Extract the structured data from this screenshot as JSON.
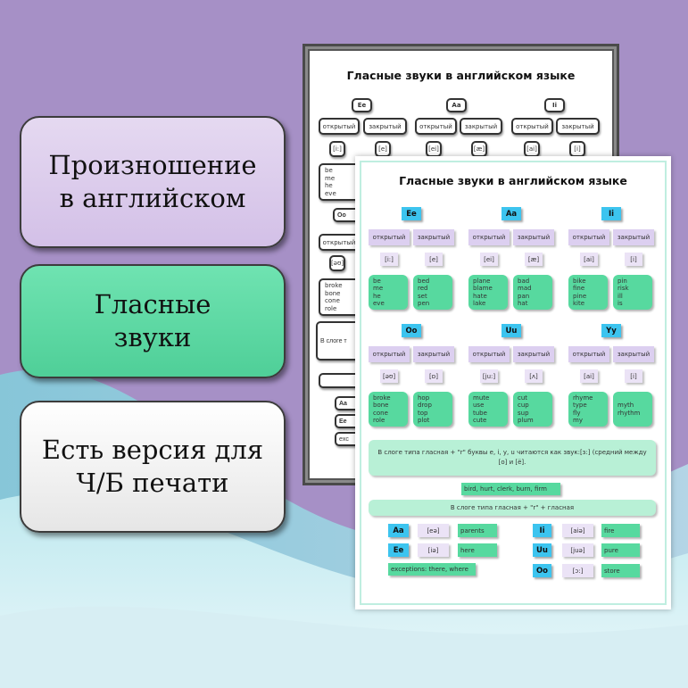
{
  "cards": [
    {
      "text": "Произношение\nв английском",
      "color": "#d8c7ea"
    },
    {
      "text": "Гласные\nзвуки",
      "color": "#5ad7a0"
    },
    {
      "text": "Есть версия для\nЧ/Б печати",
      "color": "#ffffff"
    }
  ],
  "poster": {
    "title": "Гласные звуки в английском языке",
    "open_label": "открытый",
    "closed_label": "закрытый",
    "groups": [
      {
        "letter": "Ee",
        "open_sound": "[i:]",
        "closed_sound": "[e]",
        "open_words": "be\nme\nhe\neve",
        "closed_words": "bed\nred\nset\npen"
      },
      {
        "letter": "Aa",
        "open_sound": "[ei]",
        "closed_sound": "[æ]",
        "open_words": "plane\nblame\nhate\nlake",
        "closed_words": "bad\nmad\npan\nhat"
      },
      {
        "letter": "Ii",
        "open_sound": "[ai]",
        "closed_sound": "[i]",
        "open_words": "bike\nfine\npine\nkite",
        "closed_words": "pin\nrisk\nill\nis"
      },
      {
        "letter": "Oo",
        "open_sound": "[əʊ]",
        "closed_sound": "[ɒ]",
        "open_words": "broke\nbone\ncone\nrole",
        "closed_words": "hop\ndrop\ntop\nplot"
      },
      {
        "letter": "Uu",
        "open_sound": "[ju:]",
        "closed_sound": "[ʌ]",
        "open_words": "mute\nuse\ntube\ncute",
        "closed_words": "cut\ncup\nsup\nplum"
      },
      {
        "letter": "Yy",
        "open_sound": "[ai]",
        "closed_sound": "[i]",
        "open_words": "rhyme\ntype\nfly\nmy",
        "closed_words": "myth\nrhythm"
      }
    ],
    "r_rule": "В слоге типа гласная + \"r\" буквы е, i, y, u читаются как звук:[ɜ:] (средний между [о] и [ё].",
    "r_examples": "bird, hurt, clerk, burn, firm",
    "re_rule": "В слоге типа гласная + \"r\" + гласная",
    "re_rows_left": [
      {
        "letter": "Aa",
        "sound": "[eə]",
        "word": "parents"
      },
      {
        "letter": "Ee",
        "sound": "[iə]",
        "word": "here"
      }
    ],
    "exceptions": "exceptions: there, where",
    "re_rows_right": [
      {
        "letter": "Ii",
        "sound": "[aiə]",
        "word": "fire"
      },
      {
        "letter": "Uu",
        "sound": "[juə]",
        "word": "pure"
      },
      {
        "letter": "Oo",
        "sound": "[ɔ:]",
        "word": "store"
      }
    ],
    "bw_partial_rule": "В слоге т",
    "bw_partial_exceptions": "exc"
  },
  "colors": {
    "purple_bg": "#a690c6",
    "letter_blue": "#3cc4ef",
    "green": "#57d99f",
    "lavender": "#dccff0"
  }
}
